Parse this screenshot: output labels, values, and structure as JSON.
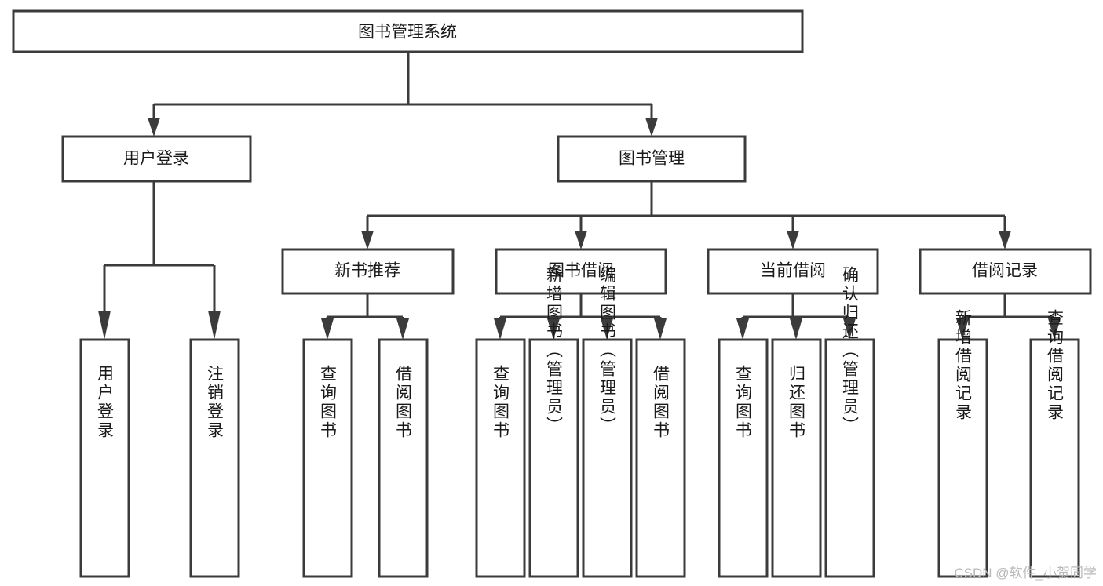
{
  "diagram": {
    "title": "图书管理系统",
    "watermark": "CSDN @软件_小贺同学",
    "colors": {
      "stroke": "#3b3b3b",
      "fill": "#ffffff",
      "text": "#1a1a1a",
      "watermark": "#b9b9b9"
    },
    "root": {
      "label": "图书管理系统"
    },
    "level1": [
      {
        "label": "用户登录"
      },
      {
        "label": "图书管理"
      }
    ],
    "level2": [
      {
        "label": "新书推荐"
      },
      {
        "label": "图书借阅"
      },
      {
        "label": "当前借阅"
      },
      {
        "label": "借阅记录"
      }
    ],
    "leaves": {
      "user_login": [
        {
          "label": "用户登录"
        },
        {
          "label": "注销登录"
        }
      ],
      "new_book_recommend": [
        {
          "label": "查询图书"
        },
        {
          "label": "借阅图书"
        }
      ],
      "book_borrow": [
        {
          "label": "查询图书"
        },
        {
          "label": "新增图书（管理员）"
        },
        {
          "label": "编辑图书（管理员）"
        },
        {
          "label": "借阅图书"
        }
      ],
      "current_borrow": [
        {
          "label": "查询图书"
        },
        {
          "label": "归还图书"
        },
        {
          "label": "确认归还（管理员）"
        }
      ],
      "borrow_record": [
        {
          "label": "新增借阅记录"
        },
        {
          "label": "查询借阅记录"
        }
      ]
    }
  }
}
